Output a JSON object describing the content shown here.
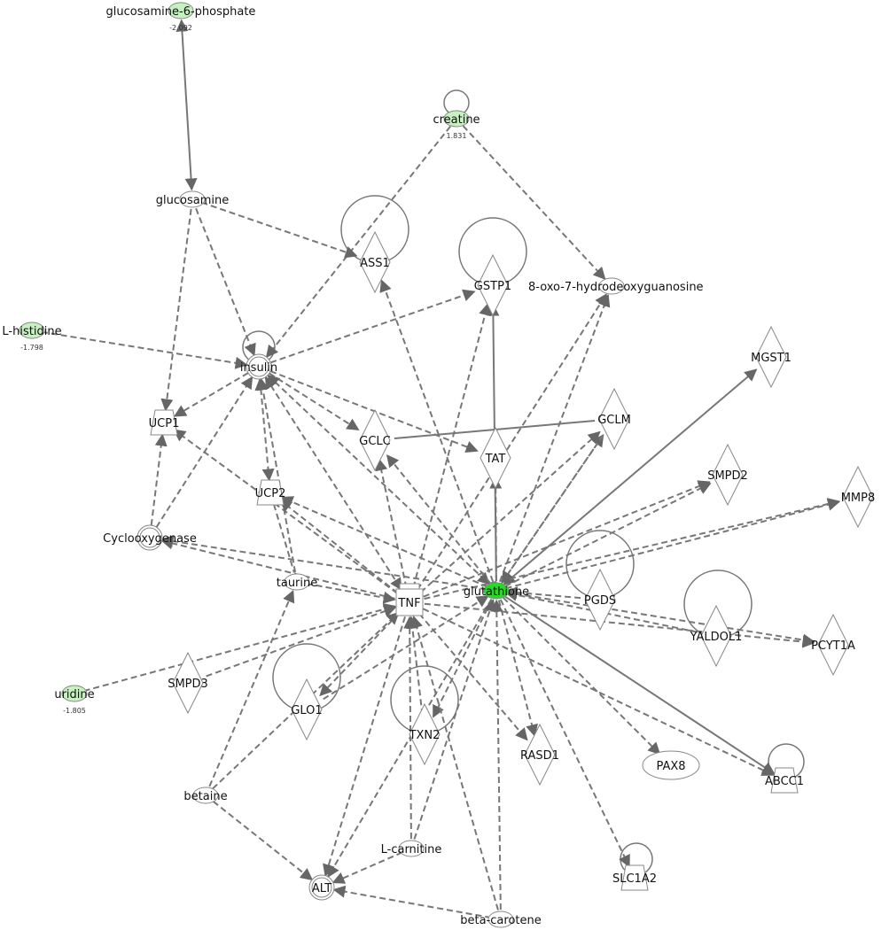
{
  "nodes": [
    {
      "id": "glucosamine-6-phosphate",
      "label": "glucosamine-6-phosphate",
      "value": "-2.092",
      "shape": "oval",
      "fill": "#c6f2c0"
    },
    {
      "id": "creatine",
      "label": "creatine",
      "value": "1.831",
      "shape": "oval",
      "fill": "#c6f2c0"
    },
    {
      "id": "glucosamine",
      "label": "glucosamine",
      "shape": "oval"
    },
    {
      "id": "ASS1",
      "label": "ASS1",
      "shape": "diamond"
    },
    {
      "id": "GSTP1",
      "label": "GSTP1",
      "shape": "diamond"
    },
    {
      "id": "8-oxo",
      "label": "8-oxo-7-hydrodeoxyguanosine",
      "shape": "oval"
    },
    {
      "id": "L-histidine",
      "label": "L-histidine",
      "value": "-1.798",
      "shape": "oval",
      "fill": "#c6f2c0"
    },
    {
      "id": "insulin",
      "label": "insulin",
      "shape": "double-circle"
    },
    {
      "id": "MGST1",
      "label": "MGST1",
      "shape": "diamond"
    },
    {
      "id": "UCP1",
      "label": "UCP1",
      "shape": "trapezoid"
    },
    {
      "id": "GCLC",
      "label": "GCLC",
      "shape": "diamond"
    },
    {
      "id": "GCLM",
      "label": "GCLM",
      "shape": "diamond"
    },
    {
      "id": "TAT",
      "label": "TAT",
      "shape": "diamond"
    },
    {
      "id": "SMPD2",
      "label": "SMPD2",
      "shape": "diamond"
    },
    {
      "id": "UCP2",
      "label": "UCP2",
      "shape": "trapezoid"
    },
    {
      "id": "MMP8",
      "label": "MMP8",
      "shape": "diamond"
    },
    {
      "id": "Cyclooxygenase",
      "label": "Cyclooxygenase",
      "shape": "double-circle"
    },
    {
      "id": "taurine",
      "label": "taurine",
      "shape": "oval"
    },
    {
      "id": "TNF",
      "label": "TNF",
      "shape": "square"
    },
    {
      "id": "glutathione",
      "label": "glutathione",
      "shape": "oval",
      "fill": "#22dd22"
    },
    {
      "id": "PGDS",
      "label": "PGDS",
      "shape": "diamond"
    },
    {
      "id": "ALDOL1",
      "label": "YALDOL1",
      "shape": "diamond"
    },
    {
      "id": "PCYT1A",
      "label": "PCYT1A",
      "shape": "diamond"
    },
    {
      "id": "uridine",
      "label": "uridine",
      "value": "-1.805",
      "shape": "oval",
      "fill": "#c6f2c0"
    },
    {
      "id": "SMPD3",
      "label": "SMPD3",
      "shape": "diamond"
    },
    {
      "id": "GLO1",
      "label": "GLO1",
      "shape": "diamond"
    },
    {
      "id": "TXN2",
      "label": "TXN2",
      "shape": "diamond"
    },
    {
      "id": "RASD1",
      "label": "RASD1",
      "shape": "diamond"
    },
    {
      "id": "PAX8",
      "label": "PAX8",
      "shape": "big-oval"
    },
    {
      "id": "ABCC1",
      "label": "ABCC1",
      "shape": "trapezoid"
    },
    {
      "id": "betaine",
      "label": "betaine",
      "shape": "oval"
    },
    {
      "id": "L-carnitine",
      "label": "L-carnitine",
      "shape": "oval"
    },
    {
      "id": "ALT",
      "label": "ALT",
      "shape": "double-circle"
    },
    {
      "id": "SLC1A2",
      "label": "SLC1A2",
      "shape": "trapezoid"
    },
    {
      "id": "beta-carotene",
      "label": "beta-carotene",
      "shape": "oval"
    }
  ],
  "edges": [
    {
      "from": "glucosamine-6-phosphate",
      "to": "glucosamine",
      "solid": true,
      "bi": true
    },
    {
      "from": "creatine",
      "to": "insulin"
    },
    {
      "from": "creatine",
      "to": "8-oxo"
    },
    {
      "from": "glucosamine",
      "to": "ASS1"
    },
    {
      "from": "glucosamine",
      "to": "UCP1"
    },
    {
      "from": "glucosamine",
      "to": "insulin"
    },
    {
      "from": "L-histidine",
      "to": "insulin"
    },
    {
      "from": "insulin",
      "to": "GSTP1"
    },
    {
      "from": "insulin",
      "to": "UCP1"
    },
    {
      "from": "insulin",
      "to": "GCLC"
    },
    {
      "from": "insulin",
      "to": "TAT"
    },
    {
      "from": "insulin",
      "to": "UCP2",
      "bi": true
    },
    {
      "from": "insulin",
      "to": "glutathione",
      "bi": true
    },
    {
      "from": "insulin",
      "to": "TNF",
      "bi": true
    },
    {
      "from": "GCLC",
      "to": "GCLM",
      "solid": true,
      "noarrow": true
    },
    {
      "from": "Cyclooxygenase",
      "to": "UCP1"
    },
    {
      "from": "Cyclooxygenase",
      "to": "insulin"
    },
    {
      "from": "taurine",
      "to": "insulin"
    },
    {
      "from": "glutathione",
      "to": "ASS1"
    },
    {
      "from": "glutathione",
      "to": "GSTP1",
      "solid": true
    },
    {
      "from": "glutathione",
      "to": "8-oxo"
    },
    {
      "from": "glutathione",
      "to": "MGST1",
      "solid": true,
      "bi": true
    },
    {
      "from": "glutathione",
      "to": "GCLM"
    },
    {
      "from": "glutathione",
      "to": "SMPD2"
    },
    {
      "from": "glutathione",
      "to": "MMP8"
    },
    {
      "from": "glutathione",
      "to": "PCYT1A"
    },
    {
      "from": "glutathione",
      "to": "ABCC1",
      "solid": true
    },
    {
      "from": "glutathione",
      "to": "PAX8"
    },
    {
      "from": "glutathione",
      "to": "RASD1"
    },
    {
      "from": "glutathione",
      "to": "SLC1A2"
    },
    {
      "from": "glutathione",
      "to": "TXN2"
    },
    {
      "from": "glutathione",
      "to": "ALT"
    },
    {
      "from": "glutathione",
      "to": "UCP2"
    },
    {
      "from": "glutathione",
      "to": "Cyclooxygenase"
    },
    {
      "from": "glutathione",
      "to": "GCLC"
    },
    {
      "from": "glutathione",
      "to": "TAT"
    },
    {
      "from": "TNF",
      "to": "GSTP1"
    },
    {
      "from": "TNF",
      "to": "8-oxo"
    },
    {
      "from": "TNF",
      "to": "UCP1"
    },
    {
      "from": "TNF",
      "to": "UCP2"
    },
    {
      "from": "TNF",
      "to": "Cyclooxygenase"
    },
    {
      "from": "TNF",
      "to": "GCLM"
    },
    {
      "from": "TNF",
      "to": "SMPD2"
    },
    {
      "from": "TNF",
      "to": "MMP8"
    },
    {
      "from": "TNF",
      "to": "PCYT1A"
    },
    {
      "from": "TNF",
      "to": "ABCC1"
    },
    {
      "from": "TNF",
      "to": "GLO1"
    },
    {
      "from": "TNF",
      "to": "RASD1"
    },
    {
      "from": "TNF",
      "to": "ALT"
    },
    {
      "from": "TNF",
      "to": "GCLC"
    },
    {
      "from": "taurine",
      "to": "TNF"
    },
    {
      "from": "uridine",
      "to": "TNF"
    },
    {
      "from": "SMPD3",
      "to": "TNF"
    },
    {
      "from": "betaine",
      "to": "TNF"
    },
    {
      "from": "betaine",
      "to": "taurine"
    },
    {
      "from": "betaine",
      "to": "ALT"
    },
    {
      "from": "L-carnitine",
      "to": "TNF"
    },
    {
      "from": "L-carnitine",
      "to": "glutathione"
    },
    {
      "from": "L-carnitine",
      "to": "ALT"
    },
    {
      "from": "beta-carotene",
      "to": "ALT"
    },
    {
      "from": "beta-carotene",
      "to": "glutathione"
    },
    {
      "from": "beta-carotene",
      "to": "TNF"
    },
    {
      "from": "GLO1",
      "to": "glutathione"
    },
    {
      "from": "TXN2",
      "to": "TNF"
    },
    {
      "from": "PGDS",
      "to": "glutathione"
    },
    {
      "from": "ALDOL1",
      "to": "glutathione"
    },
    {
      "from": "GCLM",
      "to": "glutathione"
    },
    {
      "from": "UCP2",
      "to": "taurine",
      "noarrow": true
    }
  ],
  "loops": [
    "creatine",
    "ASS1",
    "GSTP1",
    "insulin",
    "PGDS",
    "ALDOL1",
    "GLO1",
    "TXN2",
    "ABCC1",
    "SLC1A2"
  ],
  "colors": {
    "edge": "#777777",
    "highlight": "#22dd22",
    "light": "#c6f2c0"
  }
}
